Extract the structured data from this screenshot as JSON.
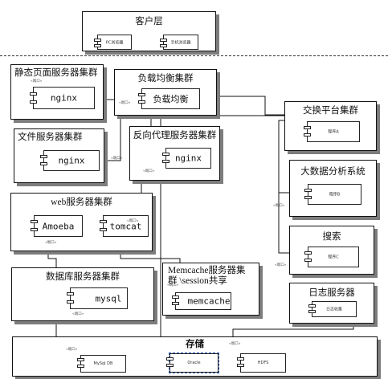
{
  "diagram": {
    "nodes": {
      "client": {
        "title": "客户层",
        "components": [
          "PC浏览器",
          "手机浏览器"
        ]
      },
      "static": {
        "title": "静态页面服务器集群",
        "components": [
          "nginx"
        ]
      },
      "lb": {
        "title": "负载均衡集群",
        "components": [
          "负载均衡"
        ]
      },
      "file": {
        "title": "文件服务器集群",
        "components": [
          "nginx"
        ]
      },
      "proxy": {
        "title": "反向代理服务器集群",
        "components": [
          "nginx"
        ]
      },
      "exchange": {
        "title": "交换平台集群",
        "components": [
          "程序A"
        ]
      },
      "bigdata": {
        "title": "大数据分析系统",
        "components": [
          "程序B"
        ]
      },
      "web": {
        "title": "web服务器集群",
        "components": [
          "Amoeba",
          "tomcat"
        ]
      },
      "search": {
        "title": "搜索",
        "components": [
          "程序C"
        ]
      },
      "db": {
        "title": "数据库服务器集群",
        "components": [
          "mysql"
        ]
      },
      "memcache": {
        "title": "Memcache服务器集群 \\session共享",
        "components": [
          "memcache"
        ]
      },
      "log": {
        "title": "日志服务器",
        "components": [
          "日志收集"
        ]
      },
      "storage": {
        "title": "存储",
        "components": [
          "MySql DB",
          "Oracle",
          "HDFS"
        ]
      }
    },
    "connector_tags": [
      "«端口»",
      "«端口»",
      "«端口»",
      "«端口»",
      "«端口»",
      "«端口»",
      "«端口»",
      "«端口»",
      "«端口»",
      "«端口»",
      "«端口»",
      "«端口»"
    ]
  }
}
